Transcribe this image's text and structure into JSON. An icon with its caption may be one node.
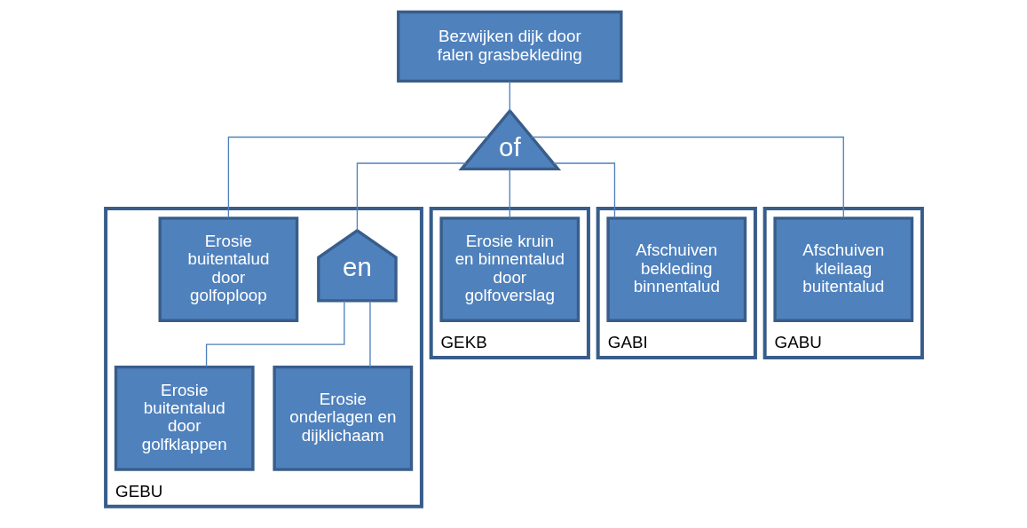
{
  "diagram": {
    "nodes": [
      {
        "text": [
          "Bezwijken dijk door falen grasbekleding"
        ]
      },
      {
        "text": [
          "of"
        ]
      },
      {
        "text": [
          "GEBU"
        ]
      },
      {
        "text": [
          "en"
        ],
        "in": 2
      },
      {
        "text": [
          "Erosie buitentalud door golfklappen"
        ],
        "in": 2
      },
      {
        "text": [
          "Erosie onderlagen en dijklichaam"
        ],
        "in": 2
      },
      {
        "text": [
          "Erosie buitentalud door golfoploop"
        ],
        "in": 2
      },
      {
        "text": [
          "GEKB"
        ]
      },
      {
        "text": [
          "Erosie kruin en binnentalud door golfoverslag"
        ],
        "in": 7
      },
      {
        "text": [
          "GABI"
        ]
      },
      {
        "text": [
          "Afschuiven bekleding binnentalud"
        ],
        "in": 9
      },
      {
        "text": [
          "GABU"
        ]
      },
      {
        "text": [
          "Afschuiven kleilaag buitentalud"
        ],
        "in": 11
      }
    ],
    "edges": [
      {
        "from": 0,
        "to": 1,
        "arrow": "none"
      },
      {
        "from": 1,
        "to": 3,
        "arrow": "none"
      },
      {
        "from": 1,
        "to": 6,
        "arrow": "none"
      },
      {
        "from": 1,
        "to": 8,
        "arrow": "none"
      },
      {
        "from": 1,
        "to": 10,
        "arrow": "none"
      },
      {
        "from": 1,
        "to": 12,
        "arrow": "none"
      },
      {
        "from": 3,
        "to": 4,
        "arrow": "none"
      },
      {
        "from": 3,
        "to": 5,
        "arrow": "none"
      }
    ]
  }
}
